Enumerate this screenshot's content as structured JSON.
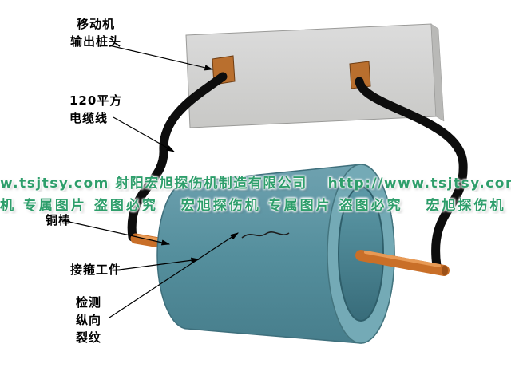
{
  "labels": {
    "machine_post": {
      "line1": "移动机",
      "line2": "输出桩头"
    },
    "cable": {
      "line1": "120平方",
      "line2": "电缆线"
    },
    "copper_rod": {
      "text": "铜棒"
    },
    "workpiece": {
      "text": "接箍工件"
    },
    "crack": {
      "line1": "检测",
      "line2": "纵向",
      "line3": "裂纹"
    }
  },
  "watermark": {
    "row1": "w.tsjtsy.com 射阳宏旭探伤机制造有限公司　 http://www.tsjtsy.com 射阳宏旭",
    "row2": "机 专属图片 盗图必究　 宏旭探伤机 专属图片 盗图必究　 宏旭探伤机 专属图片",
    "color": "#2e9e6b"
  },
  "colors": {
    "panel_gray": "#d6d6d6",
    "connector_orange": "#b96f2e",
    "cable_black": "#0d0d0d",
    "cylinder_teal": "#5a95a4",
    "rod_orange": "#c96f28",
    "label_black": "#000000"
  }
}
